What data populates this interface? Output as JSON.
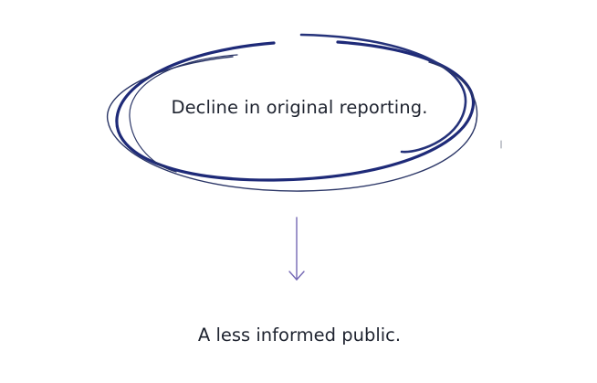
{
  "diagram": {
    "cause": {
      "label": "Decline in original reporting."
    },
    "effect": {
      "label": "A less informed public."
    },
    "colors": {
      "circle_dark": "#1e2a78",
      "circle_mid": "#2a3566",
      "arrow": "#7468b4",
      "text": "#1f2430"
    },
    "icons": {
      "circle": "hand-drawn-ellipse",
      "arrow": "arrow-down-icon"
    }
  }
}
